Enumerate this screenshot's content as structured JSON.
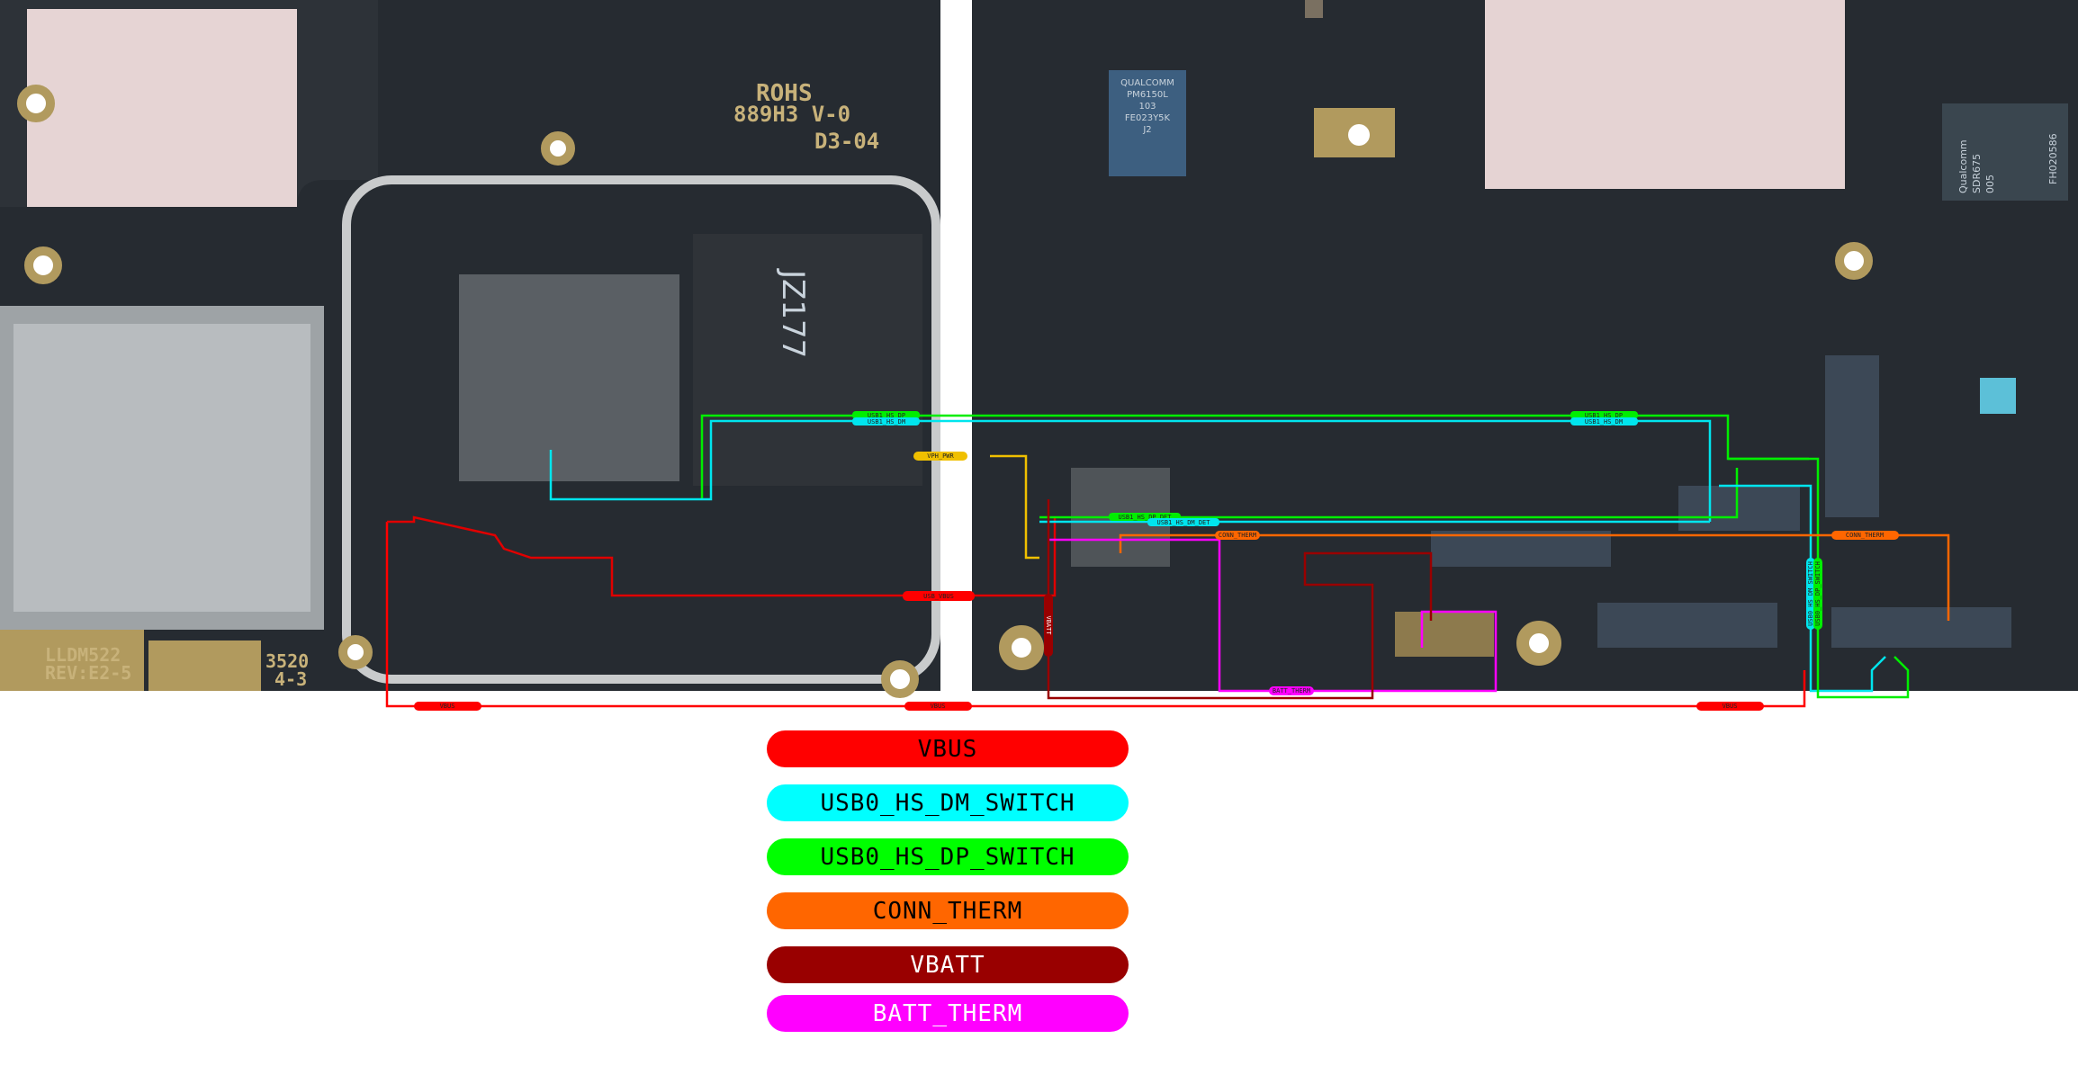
{
  "legend": [
    {
      "label": "VBUS",
      "color": "#ff0000",
      "text_color": "#000000"
    },
    {
      "label": "USB0_HS_DM_SWITCH",
      "color": "#00ffff",
      "text_color": "#000000"
    },
    {
      "label": "USB0_HS_DP_SWITCH",
      "color": "#00ff00",
      "text_color": "#000000"
    },
    {
      "label": "CONN_THERM",
      "color": "#ff6600",
      "text_color": "#000000"
    },
    {
      "label": "VBATT",
      "color": "#990000",
      "text_color": "#ffffff"
    },
    {
      "label": "BATT_THERM",
      "color": "#ff00ff",
      "text_color": "#ffffff"
    }
  ],
  "net_labels": {
    "usb1_hs_dp": "USB1_HS_DP",
    "usb1_hs_dm": "USB1_HS_DM",
    "usb1_hs_dp_det": "USB1_HS_DP_DET",
    "usb1_hs_dm_det": "USB1_HS_DM_DET",
    "vph_pwr": "VPH_PWR",
    "conn_therm": "CONN_THERM",
    "batt_therm": "BATT_THERM",
    "usb_vbus": "USB_VBUS",
    "vbus": "VBUS",
    "vbatt": "VBATT",
    "usb0_dm_switch": "USB0_HS_DM_SWITCH",
    "usb0_dp_switch": "USB0_HS_DP_SWITCH"
  },
  "board_markings": {
    "rohs": "ROHS",
    "code1": "889H3 V-0",
    "code2": "D3-04",
    "model": "LLDM522",
    "rev": "REV:E2-5",
    "code3": "3520",
    "code4": "4-3",
    "pmic": [
      "QUALCOMM",
      "PM6150L",
      "103",
      "FE023Y5K",
      "J2"
    ],
    "rf_chip": [
      "Qualcomm",
      "SDR675",
      "005"
    ],
    "rf_chip_code": "FH020586",
    "mem_chip": "JZ177"
  }
}
